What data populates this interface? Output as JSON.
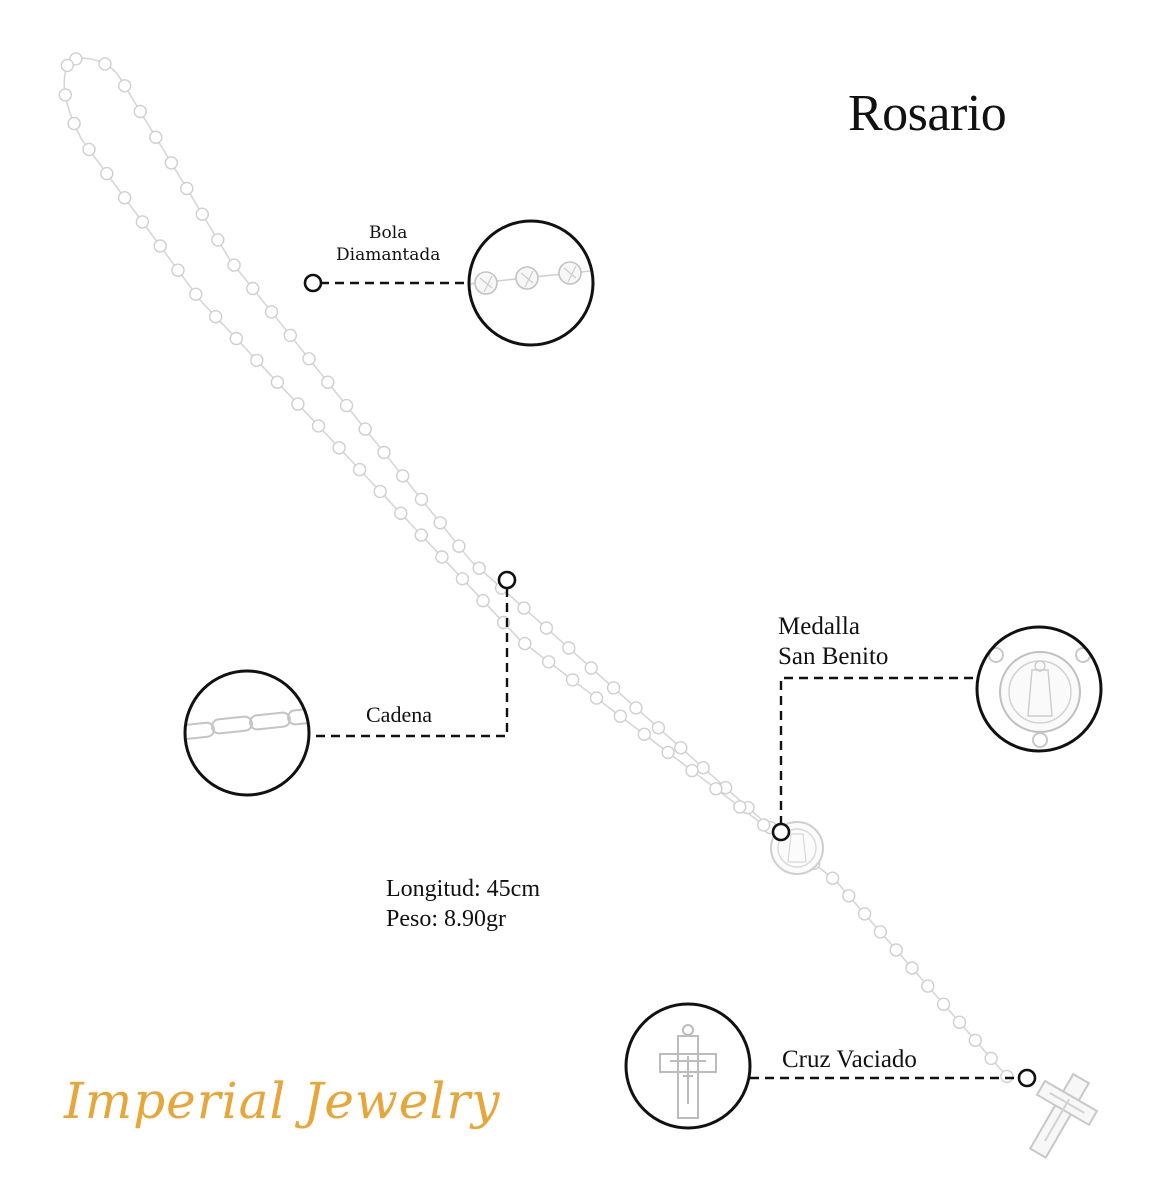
{
  "title": "Rosario",
  "callouts": {
    "bola": {
      "line1": "Bola",
      "line2": "Diamantada"
    },
    "cadena": {
      "label": "Cadena"
    },
    "medalla": {
      "line1": "Medalla",
      "line2": "San Benito"
    },
    "cruz": {
      "label": "Cruz Vaciado"
    }
  },
  "specs": {
    "longitud": "Longitud: 45cm",
    "peso": "Peso: 8.90gr"
  },
  "brand": {
    "name": "Imperial Jewelry",
    "color": "#e6a63a"
  },
  "icons": [
    "rosary-chain-icon",
    "bead-zoom-icon",
    "chain-zoom-icon",
    "medal-zoom-icon",
    "cross-zoom-icon"
  ]
}
